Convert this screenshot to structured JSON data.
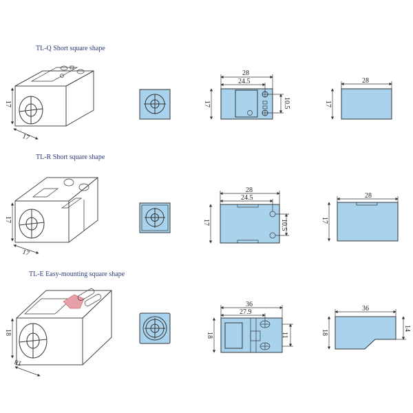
{
  "sections": [
    {
      "title": "TL-Q Short square shape",
      "iso_dims": {
        "height": "17",
        "width": "17"
      },
      "top_view": {
        "length": "28",
        "hole_offset": "24.5",
        "height": "17",
        "hole_spacing": "10.5"
      },
      "side_view": {
        "length": "28",
        "height": "17"
      }
    },
    {
      "title": "TL-R Short square shape",
      "iso_dims": {
        "height": "17",
        "width": "17"
      },
      "top_view": {
        "length": "28",
        "hole_offset": "24.5",
        "height": "17",
        "hole_spacing": "10.5"
      },
      "side_view": {
        "length": "28",
        "height": "17"
      }
    },
    {
      "title": "TL-E Easy-mounting square shape",
      "iso_dims": {
        "height": "18",
        "width": "18"
      },
      "top_view": {
        "length": "36",
        "hole_offset": "27.9",
        "height": "18",
        "hole_spacing": "11"
      },
      "side_view": {
        "length": "36",
        "height": "18",
        "step_height": "14"
      }
    }
  ],
  "colors": {
    "body": "#a9d3ec",
    "highlight": "#e8a0a8",
    "title": "#2b3a7a"
  }
}
